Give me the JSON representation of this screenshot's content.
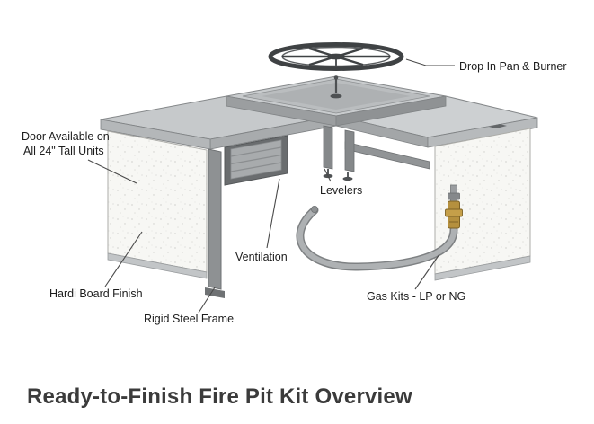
{
  "title": "Ready-to-Finish Fire Pit Kit Overview",
  "labels": {
    "drop_in_pan_burner": "Drop In Pan & Burner",
    "door_available_line1": "Door Available on",
    "door_available_line2": "All 24\" Tall Units",
    "levelers": "Levelers",
    "ventilation": "Ventilation",
    "hardi_board_finish": "Hardi Board Finish",
    "rigid_steel_frame": "Rigid Steel Frame",
    "gas_kits": "Gas Kits - LP or NG"
  },
  "colors": {
    "label_text": "#1c1c1c",
    "title_text": "#3b3b3b",
    "leader_line": "#4a4a4a",
    "counter_gray": "#c6c9cb",
    "panel_white": "#f7f7f4",
    "steel_frame": "#8e9193",
    "burner_ring": "#3f4244",
    "gas_tube": "#aeb1b3",
    "brass_fitting": "#b5903e"
  }
}
